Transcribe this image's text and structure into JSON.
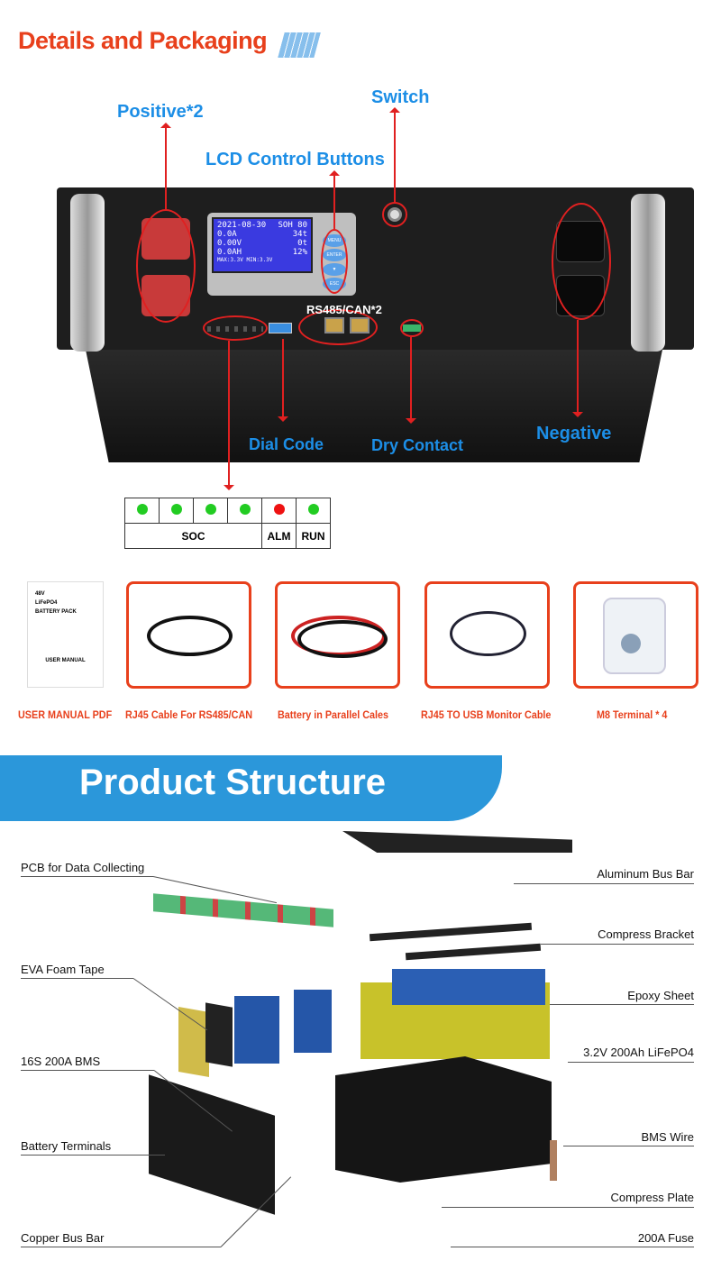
{
  "header": {
    "title": "Details and Packaging"
  },
  "callouts": {
    "positive": "Positive*2",
    "switch": "Switch",
    "lcd_buttons": "LCD Control Buttons",
    "rs485": "RS485/CAN*2",
    "dial_code": "Dial Code",
    "dry_contact": "Dry Contact",
    "negative": "Negative"
  },
  "lcd": {
    "date": "2021-08-30",
    "soh": "SOH 80",
    "row1": [
      "0.0A",
      "34t"
    ],
    "row2": [
      "0.00V",
      "0t"
    ],
    "row3": [
      "0.0AH",
      "12%"
    ],
    "bottom": "MAX:3.3V MIN:3.3V",
    "buttons": [
      "MENU",
      "ENTER",
      "▼",
      "ESC"
    ]
  },
  "indicator_legend": {
    "soc": "SOC",
    "alm": "ALM",
    "run": "RUN",
    "colors": {
      "green": "#22cc22",
      "red": "#ee1111"
    }
  },
  "packaging": {
    "manual_cover": {
      "line1": "48V",
      "line2": "LiFePO4",
      "line3": "BATTERY PACK",
      "title": "USER MANUAL"
    },
    "items": [
      "USER MANUAL PDF",
      "RJ45 Cable For RS485/CAN",
      "Battery in Parallel Cales",
      "RJ45 TO USB Monitor Cable",
      "M8 Terminal * 4"
    ]
  },
  "structure": {
    "title": "Product Structure",
    "left": [
      "PCB for Data Collecting",
      "EVA Foam Tape",
      "16S  200A  BMS",
      "Battery Terminals",
      "Copper Bus Bar"
    ],
    "right": [
      "Aluminum Bus Bar",
      "Compress Bracket",
      "Epoxy Sheet",
      "3.2V 200Ah LiFePO4",
      "BMS Wire",
      "Compress Plate",
      "200A Fuse"
    ]
  },
  "colors": {
    "accent_red": "#e8401c",
    "label_blue": "#1c8ee6",
    "banner_blue": "#2b97da"
  }
}
